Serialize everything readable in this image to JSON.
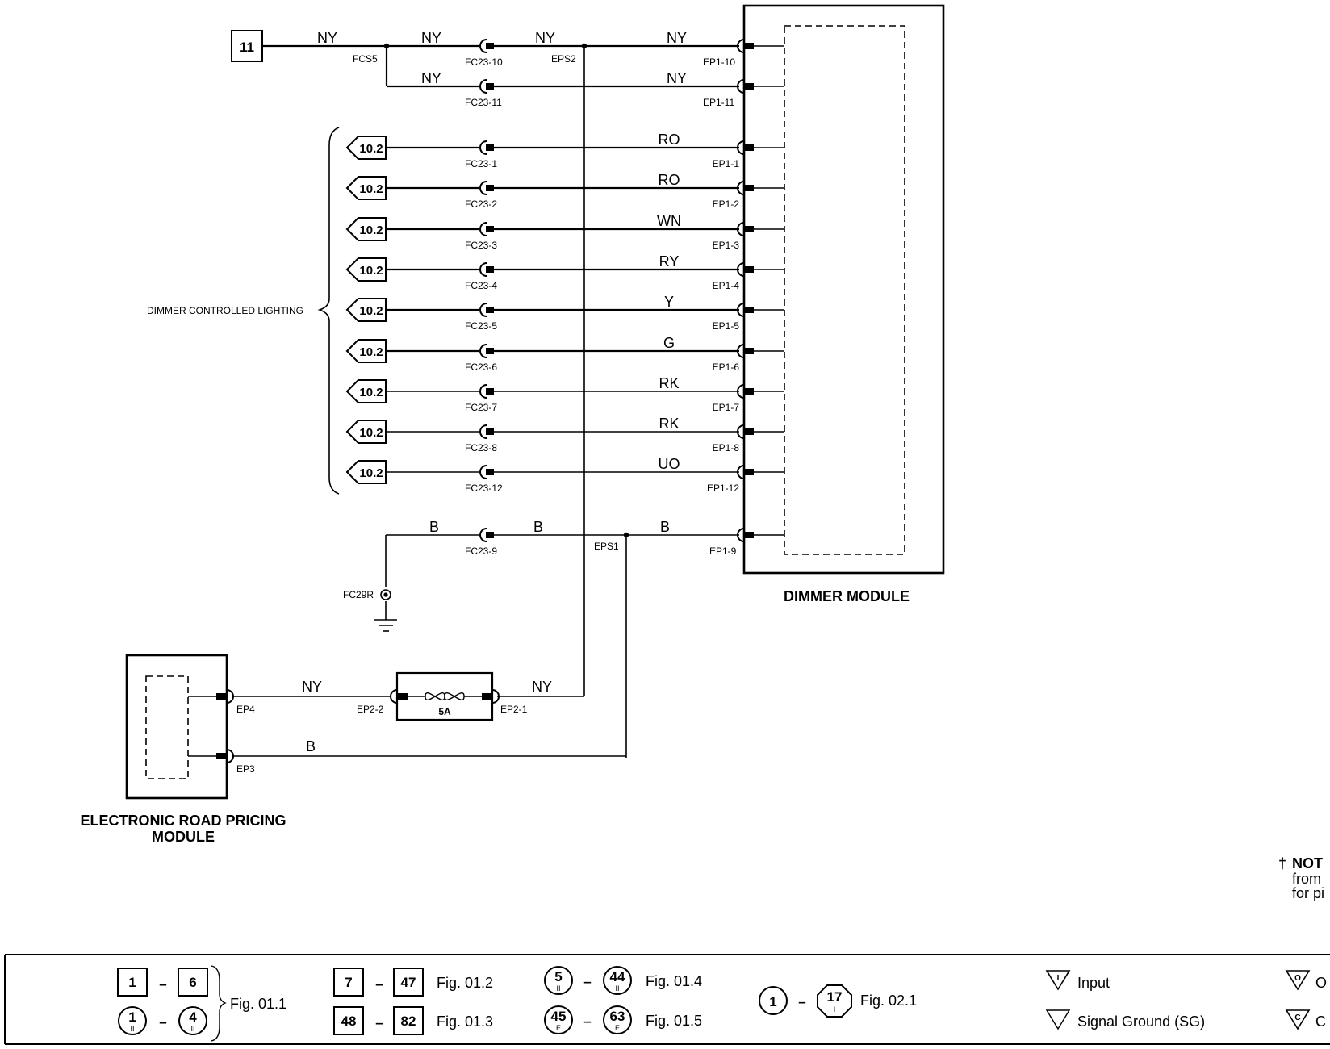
{
  "source_box": {
    "label": "11"
  },
  "top_wires": {
    "wire_a_label": "NY",
    "wire_b_label": "NY",
    "wire_c_label": "NY",
    "wire_d_label": "NY",
    "wire_e_label": "NY",
    "wire_f_label": "NY",
    "splice_fcs5": "FCS5",
    "splice_eps2": "EPS2",
    "conn_fc23_10": "FC23-10",
    "conn_fc23_11": "FC23-11",
    "conn_ep1_10": "EP1-10",
    "conn_ep1_11": "EP1-11"
  },
  "dimmer_group_label": "DIMMER CONTROLLED LIGHTING",
  "lighting_circuits": [
    {
      "ref": "10.2",
      "left_connector": "FC23-1",
      "wire": "RO",
      "right_connector": "EP1-1"
    },
    {
      "ref": "10.2",
      "left_connector": "FC23-2",
      "wire": "RO",
      "right_connector": "EP1-2"
    },
    {
      "ref": "10.2",
      "left_connector": "FC23-3",
      "wire": "WN",
      "right_connector": "EP1-3"
    },
    {
      "ref": "10.2",
      "left_connector": "FC23-4",
      "wire": "RY",
      "right_connector": "EP1-4"
    },
    {
      "ref": "10.2",
      "left_connector": "FC23-5",
      "wire": "Y",
      "right_connector": "EP1-5"
    },
    {
      "ref": "10.2",
      "left_connector": "FC23-6",
      "wire": "G",
      "right_connector": "EP1-6"
    },
    {
      "ref": "10.2",
      "left_connector": "FC23-7",
      "wire": "RK",
      "right_connector": "EP1-7"
    },
    {
      "ref": "10.2",
      "left_connector": "FC23-8",
      "wire": "RK",
      "right_connector": "EP1-8"
    },
    {
      "ref": "10.2",
      "left_connector": "FC23-12",
      "wire": "UO",
      "right_connector": "EP1-12"
    }
  ],
  "ground_circuit": {
    "wire_a_label": "B",
    "wire_b_label": "B",
    "wire_c_label": "B",
    "wire_d_label": "B",
    "conn_fc23_9": "FC23-9",
    "splice_eps1": "EPS1",
    "conn_ep1_9": "EP1-9",
    "ground_point": "FC29R"
  },
  "dimmer_module": {
    "title": "DIMMER MODULE"
  },
  "erp_module": {
    "title_line1": "ELECTRONIC ROAD PRICING",
    "title_line2": "MODULE"
  },
  "erp_circuit": {
    "conn_ep4": "EP4",
    "conn_ep3": "EP3",
    "conn_ep2_2": "EP2-2",
    "conn_ep2_1": "EP2-1",
    "fuse_rating": "5A",
    "wire_left_label": "NY",
    "wire_right_label": "NY",
    "wire_ground_label": "B"
  },
  "note": {
    "mark": "†",
    "line1": "NOT",
    "line2": "from",
    "line3": "for pi"
  },
  "legend": {
    "g1": {
      "a": "1",
      "b": "6",
      "c": "1",
      "c_sub": "II",
      "d": "4",
      "d_sub": "II",
      "fig": "Fig. 01.1"
    },
    "g2": {
      "a": "7",
      "b": "47",
      "fig": "Fig. 01.2"
    },
    "g3": {
      "a": "48",
      "b": "82",
      "fig": "Fig. 01.3"
    },
    "g4": {
      "a": "5",
      "a_sub": "II",
      "b": "44",
      "b_sub": "II",
      "fig": "Fig. 01.4"
    },
    "g5": {
      "a": "45",
      "a_sub": "E",
      "b": "63",
      "b_sub": "E",
      "fig": "Fig. 01.5"
    },
    "g6": {
      "a": "1",
      "b": "17",
      "b_sub": "I",
      "fig": "Fig. 02.1"
    },
    "dash": "–",
    "input_symbol": "I",
    "input_label": "Input",
    "sg_label": "Signal Ground (SG)",
    "o_symbol": "O",
    "o_label": "O",
    "c_symbol": "C",
    "c_label": "C"
  }
}
